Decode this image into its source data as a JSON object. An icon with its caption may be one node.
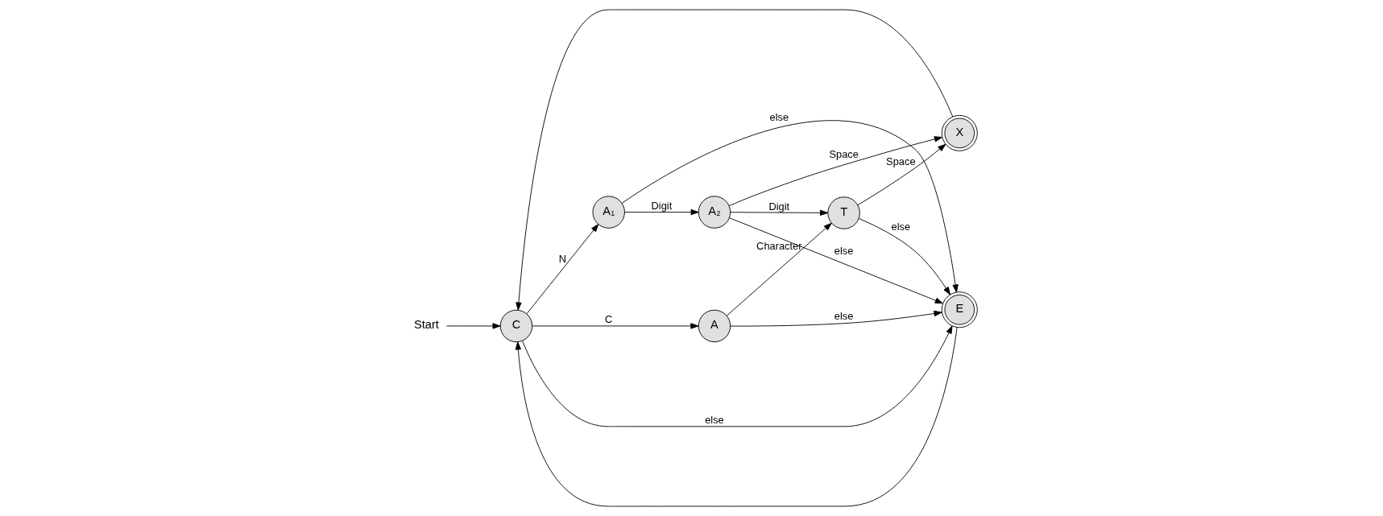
{
  "diagram": {
    "nodes": [
      {
        "text": [
          "Start"
        ]
      },
      {
        "text": [
          "C"
        ]
      },
      {
        "text": [
          "A"
        ]
      },
      {
        "text": [
          "E"
        ]
      },
      {
        "text": [
          "A₁"
        ]
      },
      {
        "text": [
          "A₂"
        ]
      },
      {
        "text": [
          "T"
        ]
      },
      {
        "text": [
          "X"
        ]
      }
    ],
    "edges": [
      {
        "from": 0,
        "to": 1,
        "arrow": "to"
      },
      {
        "from": 1,
        "to": 2,
        "arrow": "to",
        "label": "C"
      },
      {
        "from": 1,
        "to": 3,
        "arrow": "to",
        "label": "else"
      },
      {
        "from": 3,
        "to": 1,
        "arrow": "to"
      },
      {
        "from": 1,
        "to": 4,
        "arrow": "to",
        "label": "N"
      },
      {
        "from": 2,
        "to": 3,
        "arrow": "to",
        "label": "else"
      },
      {
        "from": 2,
        "to": 6,
        "arrow": "to",
        "label": "Character"
      },
      {
        "from": 4,
        "to": 3,
        "arrow": "to",
        "label": "else"
      },
      {
        "from": 4,
        "to": 5,
        "arrow": "to",
        "label": "Digit"
      },
      {
        "from": 5,
        "to": 3,
        "arrow": "to",
        "label": "else"
      },
      {
        "from": 5,
        "to": 6,
        "arrow": "to",
        "label": "Digit"
      },
      {
        "from": 5,
        "to": 7,
        "arrow": "to",
        "label": "Space"
      },
      {
        "from": 6,
        "to": 3,
        "arrow": "to",
        "label": "else"
      },
      {
        "from": 6,
        "to": 7,
        "arrow": "to",
        "label": "Space"
      },
      {
        "from": 7,
        "to": 1,
        "arrow": "to"
      }
    ]
  }
}
